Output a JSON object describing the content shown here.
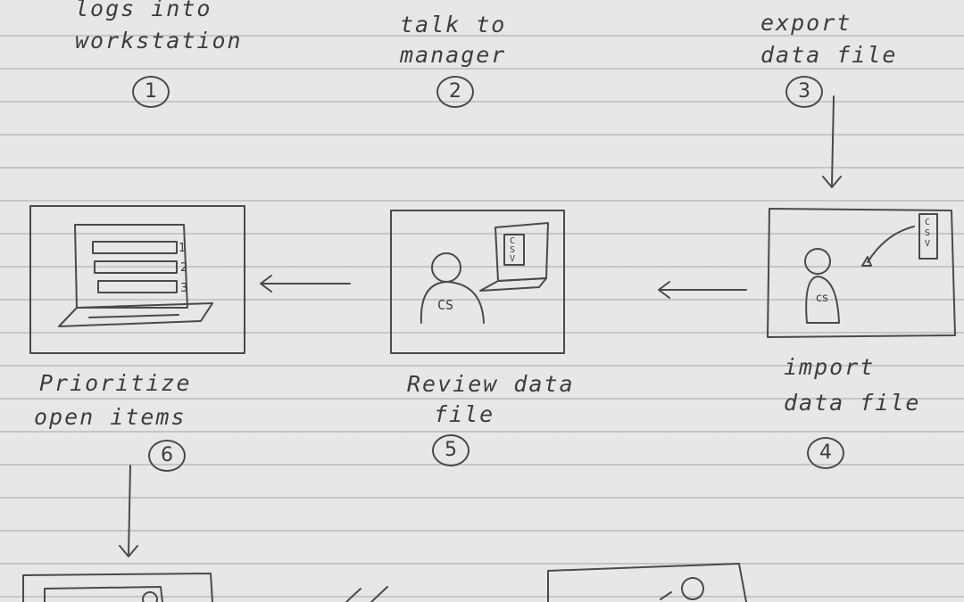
{
  "steps": [
    {
      "num": "1",
      "label_line1": "logs into",
      "label_line2": "workstation"
    },
    {
      "num": "2",
      "label_line1": "talk to",
      "label_line2": "manager"
    },
    {
      "num": "3",
      "label_line1": "export",
      "label_line2": "data file"
    },
    {
      "num": "4",
      "label_line1": "import",
      "label_line2": "data file"
    },
    {
      "num": "5",
      "label_line1": "Review data",
      "label_line2": "file"
    },
    {
      "num": "6",
      "label_line1": "Prioritize",
      "label_line2": "open items"
    }
  ],
  "frame_text": {
    "person_badge": "CS",
    "person_badge_small": "cs",
    "file_type": "CSV",
    "list_numbers": [
      "1",
      "2",
      "3"
    ]
  },
  "colors": {
    "paper": "#e8e7e5",
    "ink": "#4a4a4a",
    "rule": "#969fa9"
  }
}
